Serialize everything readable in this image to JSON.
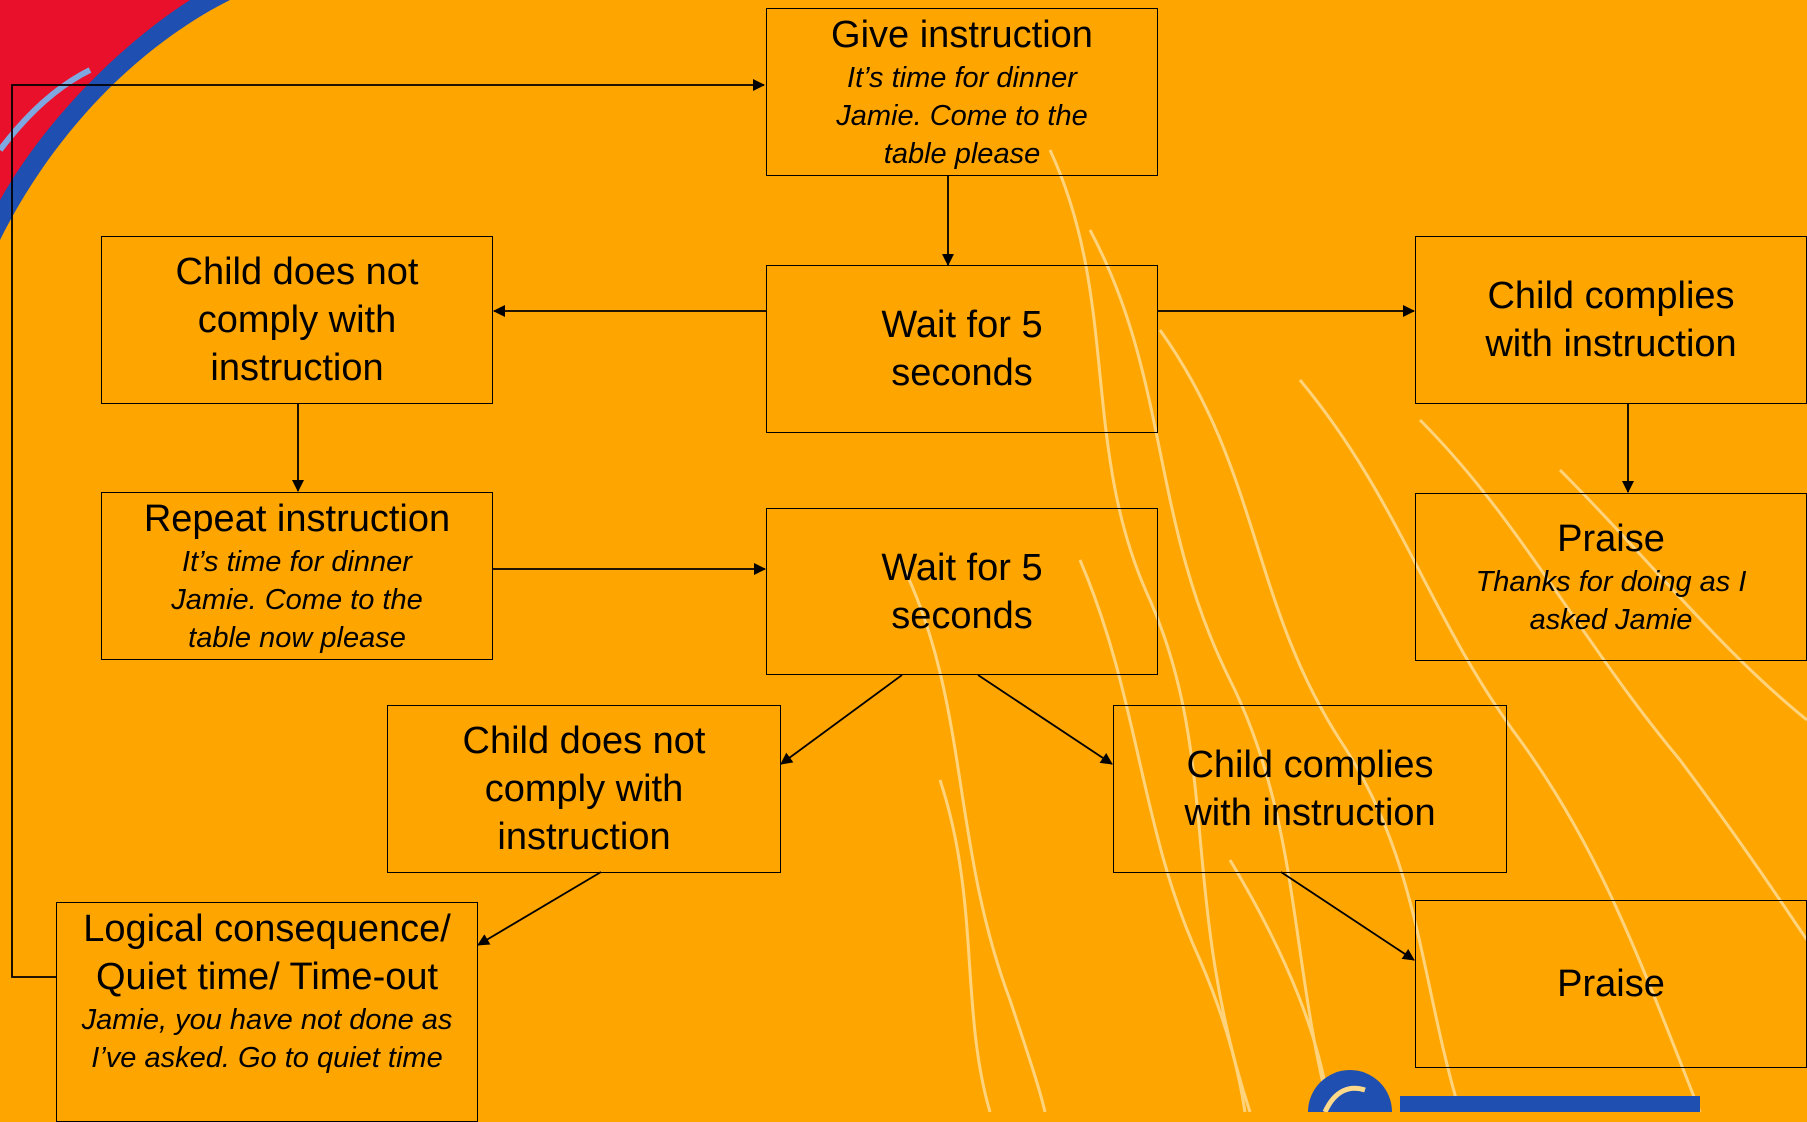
{
  "diagram": {
    "give": {
      "title": "Give instruction",
      "example": "It’s time for dinner Jamie. Come to the table please"
    },
    "wait1": {
      "title": "Wait for 5 seconds"
    },
    "noncomply1": {
      "title": "Child does not comply with instruction"
    },
    "comply1": {
      "title": "Child complies with instruction"
    },
    "repeat": {
      "title": "Repeat instruction",
      "example": "It’s time for dinner Jamie. Come to the table now please"
    },
    "wait2": {
      "title": "Wait for 5 seconds"
    },
    "praise1": {
      "title": "Praise",
      "example": "Thanks for doing as I asked Jamie"
    },
    "noncomply2": {
      "title": "Child does not comply with instruction"
    },
    "comply2": {
      "title": "Child complies with instruction"
    },
    "consequence": {
      "title": "Logical consequence/ Quiet time/ Time-out",
      "example": "Jamie, you have not done as I’ve asked. Go to quiet time"
    },
    "praise2": {
      "title": "Praise"
    }
  },
  "colors": {
    "background": "#FFA500",
    "line": "#000000",
    "swirl": "#FFD98A",
    "corner_red": "#E8102A",
    "corner_blue": "#1F4FB0"
  }
}
